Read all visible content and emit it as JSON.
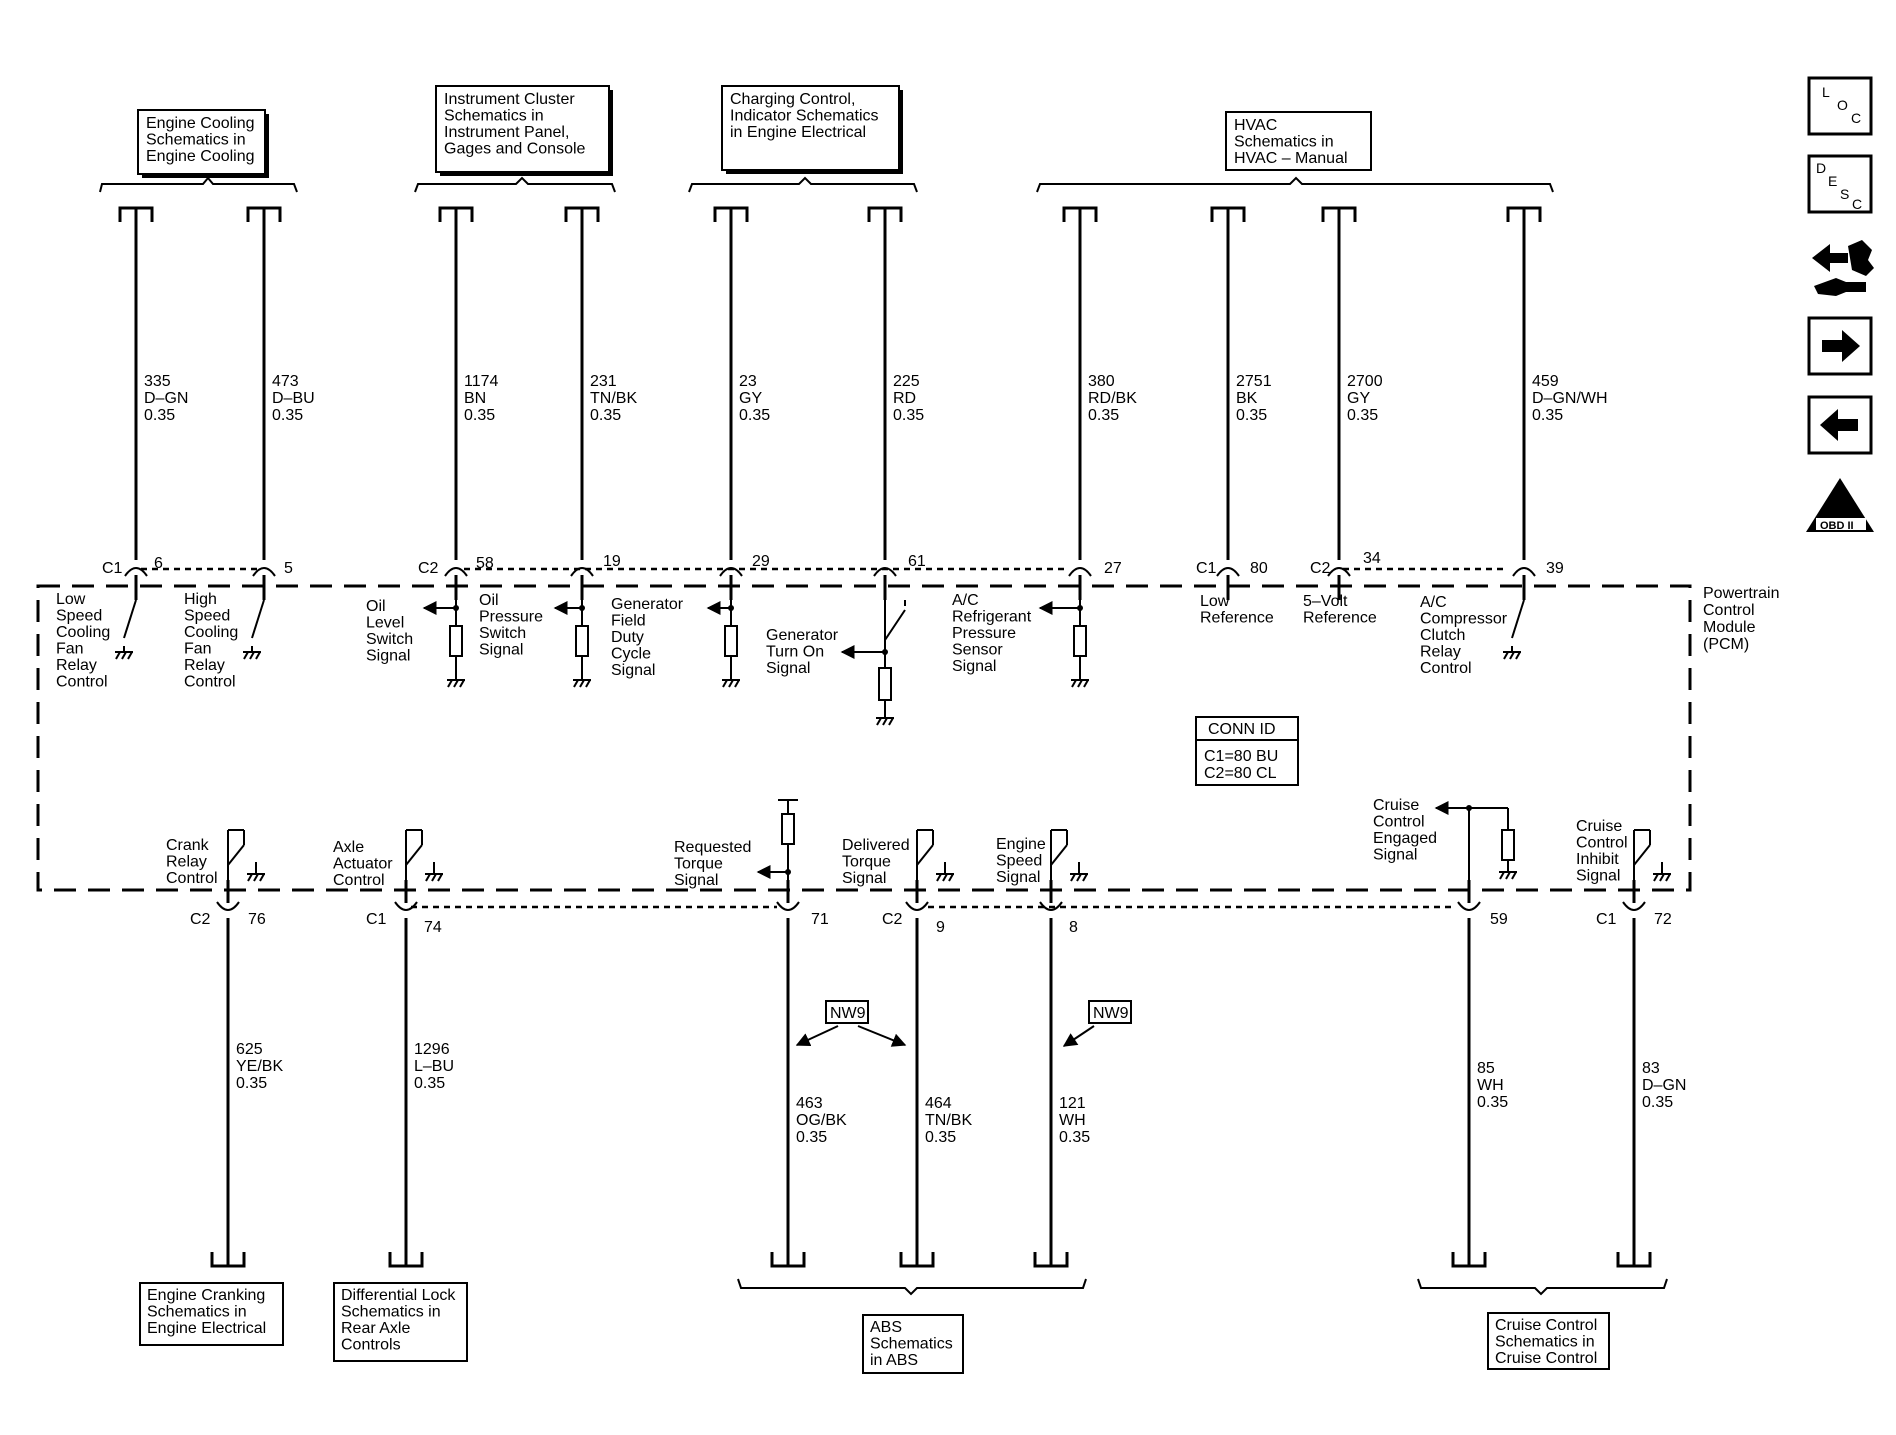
{
  "module": {
    "label": [
      "Powertrain",
      "Control",
      "Module",
      "(PCM)"
    ]
  },
  "conn_id": {
    "title": "CONN ID",
    "lines": [
      "C1=80 BU",
      "C2=80 CL"
    ]
  },
  "top_refs": [
    {
      "lines": [
        "Engine Cooling",
        "Schematics in",
        "Engine Cooling"
      ]
    },
    {
      "lines": [
        "Instrument Cluster",
        "Schematics in",
        "Instrument Panel,",
        "Gages and Console"
      ]
    },
    {
      "lines": [
        "Charging Control,",
        "Indicator Schematics",
        "in Engine Electrical"
      ]
    },
    {
      "lines": [
        "HVAC",
        "Schematics in",
        "HVAC – Manual"
      ]
    }
  ],
  "bottom_refs": [
    {
      "lines": [
        "Engine Cranking",
        "Schematics in",
        "Engine Electrical"
      ]
    },
    {
      "lines": [
        "Differential Lock",
        "Schematics in",
        "Rear Axle",
        "Controls"
      ]
    },
    {
      "lines": [
        "ABS",
        "Schematics",
        "in ABS"
      ]
    },
    {
      "lines": [
        "Cruise Control",
        "Schematics in",
        "Cruise Control"
      ]
    }
  ],
  "top_wires": [
    {
      "circuit": [
        "335",
        "D–GN",
        "0.35"
      ],
      "connector": "C1",
      "pin": "6",
      "function": [
        "Low",
        "Speed",
        "Cooling",
        "Fan",
        "Relay",
        "Control"
      ]
    },
    {
      "circuit": [
        "473",
        "D–BU",
        "0.35"
      ],
      "connector": "",
      "pin": "5",
      "function": [
        "High",
        "Speed",
        "Cooling",
        "Fan",
        "Relay",
        "Control"
      ]
    },
    {
      "circuit": [
        "1174",
        "BN",
        "0.35"
      ],
      "connector": "C2",
      "pin": "58",
      "function": [
        "Oil",
        "Level",
        "Switch",
        "Signal"
      ]
    },
    {
      "circuit": [
        "231",
        "TN/BK",
        "0.35"
      ],
      "connector": "",
      "pin": "19",
      "function": [
        "Oil",
        "Pressure",
        "Switch",
        "Signal"
      ]
    },
    {
      "circuit": [
        "23",
        "GY",
        "0.35"
      ],
      "connector": "",
      "pin": "29",
      "function": [
        "Generator",
        "Field",
        "Duty",
        "Cycle",
        "Signal"
      ]
    },
    {
      "circuit": [
        "225",
        "RD",
        "0.35"
      ],
      "connector": "",
      "pin": "61",
      "function": [
        "Generator",
        "Turn On",
        "Signal"
      ]
    },
    {
      "circuit": [
        "380",
        "RD/BK",
        "0.35"
      ],
      "connector": "",
      "pin": "27",
      "function": [
        "A/C",
        "Refrigerant",
        "Pressure",
        "Sensor",
        "Signal"
      ]
    },
    {
      "circuit": [
        "2751",
        "BK",
        "0.35"
      ],
      "connector": "C1",
      "pin": "80",
      "function": [
        "Low",
        "Reference"
      ]
    },
    {
      "circuit": [
        "2700",
        "GY",
        "0.35"
      ],
      "connector": "C2",
      "pin": "34",
      "function": [
        "5–Volt",
        "Reference"
      ]
    },
    {
      "circuit": [
        "459",
        "D–GN/WH",
        "0.35"
      ],
      "connector": "",
      "pin": "39",
      "function": [
        "A/C",
        "Compressor",
        "Clutch",
        "Relay",
        "Control"
      ]
    }
  ],
  "bottom_wires": [
    {
      "circuit": [
        "625",
        "YE/BK",
        "0.35"
      ],
      "connector": "C2",
      "pin": "76",
      "function": [
        "Crank",
        "Relay",
        "Control"
      ]
    },
    {
      "circuit": [
        "1296",
        "L–BU",
        "0.35"
      ],
      "connector": "C1",
      "pin": "74",
      "function": [
        "Axle",
        "Actuator",
        "Control"
      ]
    },
    {
      "circuit": [
        "463",
        "OG/BK",
        "0.35"
      ],
      "connector": "",
      "pin": "71",
      "function": [
        "Requested",
        "Torque",
        "Signal"
      ]
    },
    {
      "circuit": [
        "464",
        "TN/BK",
        "0.35"
      ],
      "connector": "C2",
      "pin": "9",
      "function": [
        "Delivered",
        "Torque",
        "Signal"
      ]
    },
    {
      "circuit": [
        "121",
        "WH",
        "0.35"
      ],
      "connector": "",
      "pin": "8",
      "function": [
        "Engine",
        "Speed",
        "Signal"
      ]
    },
    {
      "circuit": [
        "85",
        "WH",
        "0.35"
      ],
      "connector": "",
      "pin": "59",
      "function": [
        "Cruise",
        "Control",
        "Engaged",
        "Signal"
      ]
    },
    {
      "circuit": [
        "83",
        "D–GN",
        "0.35"
      ],
      "connector": "C1",
      "pin": "72",
      "function": [
        "Cruise",
        "Control",
        "Inhibit",
        "Signal"
      ]
    }
  ],
  "nw_labels": [
    "NW9",
    "NW9"
  ],
  "side_icons": [
    {
      "name": "location-icon",
      "letters": [
        "L",
        "O",
        "C"
      ]
    },
    {
      "name": "description-icon",
      "letters": [
        "D",
        "E",
        "S",
        "C"
      ]
    },
    {
      "name": "diagnostic-tool-icon"
    },
    {
      "name": "next-arrow-icon"
    },
    {
      "name": "previous-arrow-icon"
    },
    {
      "name": "obd-ii-icon",
      "text": "OBD II",
      "numeral": "II"
    }
  ]
}
